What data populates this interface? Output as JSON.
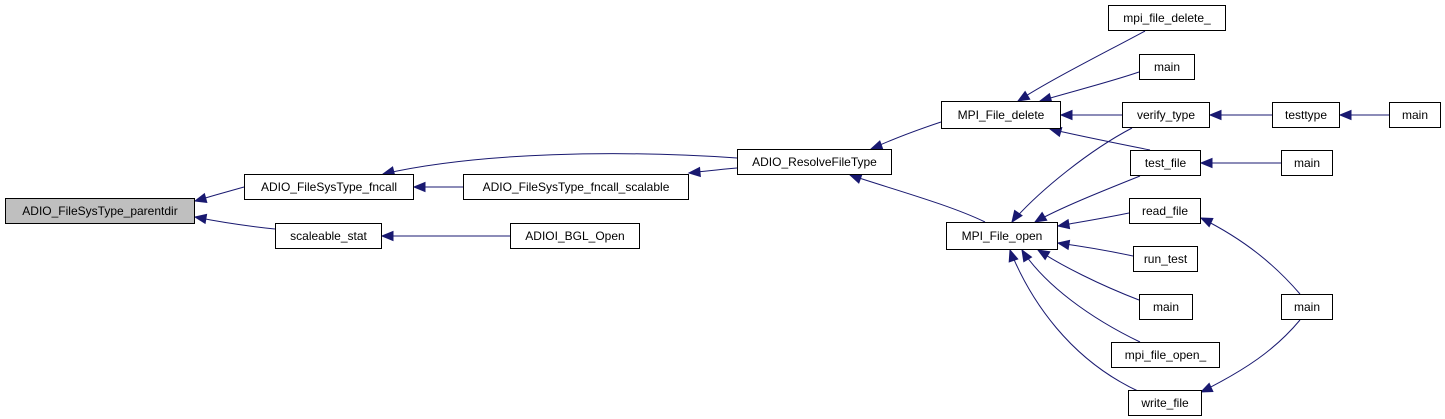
{
  "colors": {
    "edge": "#191970",
    "node_border": "#000000",
    "root_fill": "#bfbfbf",
    "node_fill": "#ffffff"
  },
  "nodes": {
    "parentdir": "ADIO_FileSysType_parentdir",
    "fncall": "ADIO_FileSysType_fncall",
    "scaleable_stat": "scaleable_stat",
    "fncall_scalable": "ADIO_FileSysType_fncall_scalable",
    "bgl_open": "ADIOI_BGL_Open",
    "resolve": "ADIO_ResolveFileType",
    "file_delete": "MPI_File_delete",
    "file_open": "MPI_File_open",
    "mpi_file_delete_": "mpi_file_delete_",
    "main_a": "main",
    "verify_type": "verify_type",
    "testtype": "testtype",
    "main_b": "main",
    "test_file": "test_file",
    "main_c": "main",
    "read_file": "read_file",
    "run_test": "run_test",
    "main_d": "main",
    "main_e": "main",
    "mpi_file_open_": "mpi_file_open_",
    "write_file": "write_file"
  }
}
